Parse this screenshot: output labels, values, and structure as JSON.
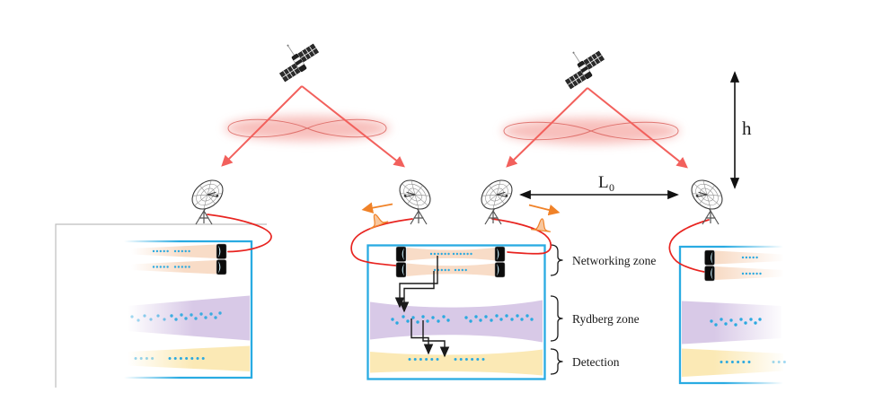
{
  "figure": {
    "description": "satellite-linked atomic ensemble stations diagram",
    "labels": {
      "height": "h",
      "separation_main": "L",
      "separation_sub": "0"
    },
    "zones": [
      {
        "label": "Networking zone"
      },
      {
        "label": "Rydberg zone"
      },
      {
        "label": "Detection"
      }
    ],
    "colors": {
      "beam_red": "#f2605c",
      "glow_red": "#f28b85",
      "fiber_red": "#e82420",
      "pulse_orange": "#f08228",
      "box_cyan": "#29abe2",
      "cavity_peach": "#f8dcc7",
      "rydberg_purple": "#d8c9e7",
      "detection_yellow": "#fbe9b5",
      "atom_blue": "#2ba9e0",
      "ink": "#1a1a1a",
      "frame_gray": "#bdbdbd"
    }
  }
}
